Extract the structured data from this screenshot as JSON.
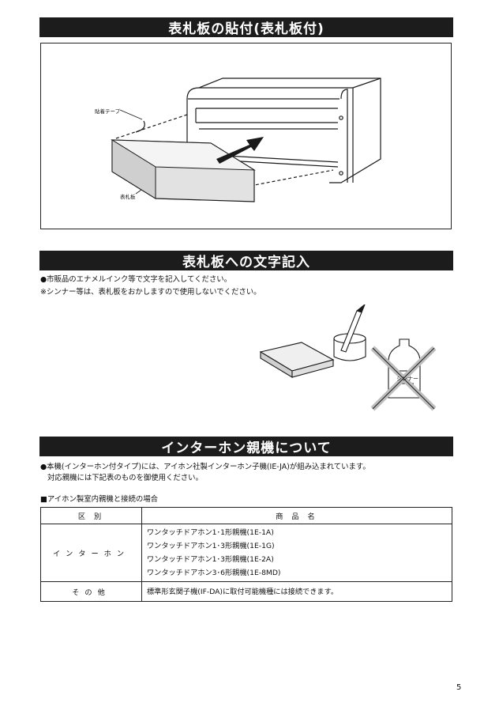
{
  "sections": {
    "label_attach": "表札板の貼付(表札板付)",
    "writing": "表札板への文字記入",
    "intercom": "インターホン親機について"
  },
  "figure1": {
    "tape_label": "貼着テープ",
    "plate_label": "表札板"
  },
  "writing_notes": {
    "line1": "●市販品のエナメルインク等で文字を記入してください。",
    "line2": "※シンナー等は、表札板をおかしますので使用しないでください。"
  },
  "figure2": {
    "bottle_label": "シンナー"
  },
  "intercom_notes": {
    "line1": "●本機(インターホン付タイプ)には、アイホン社製インターホン子機(IE-JA)が組み込まれています。",
    "line2": "対応親機には下記表のものを御使用ください。"
  },
  "table": {
    "caption": "■アイホン製室内親機と接続の場合",
    "headers": [
      "区 別",
      "商 品 名"
    ],
    "rows": [
      {
        "category": "インターホン",
        "items": [
          "ワンタッチドアホン1･1形親機(1E-1A)",
          "ワンタッチドアホン1･3形親機(1E-1G)",
          "ワンタッチドアホン1･3形親機(1E-2A)",
          "ワンタッチドアホン3･6形親機(1E-8MD)"
        ]
      },
      {
        "category": "その他",
        "items": [
          "標準形玄関子機(IF-DA)に取付可能機種には接続できます。"
        ]
      }
    ]
  },
  "page_number": "5"
}
